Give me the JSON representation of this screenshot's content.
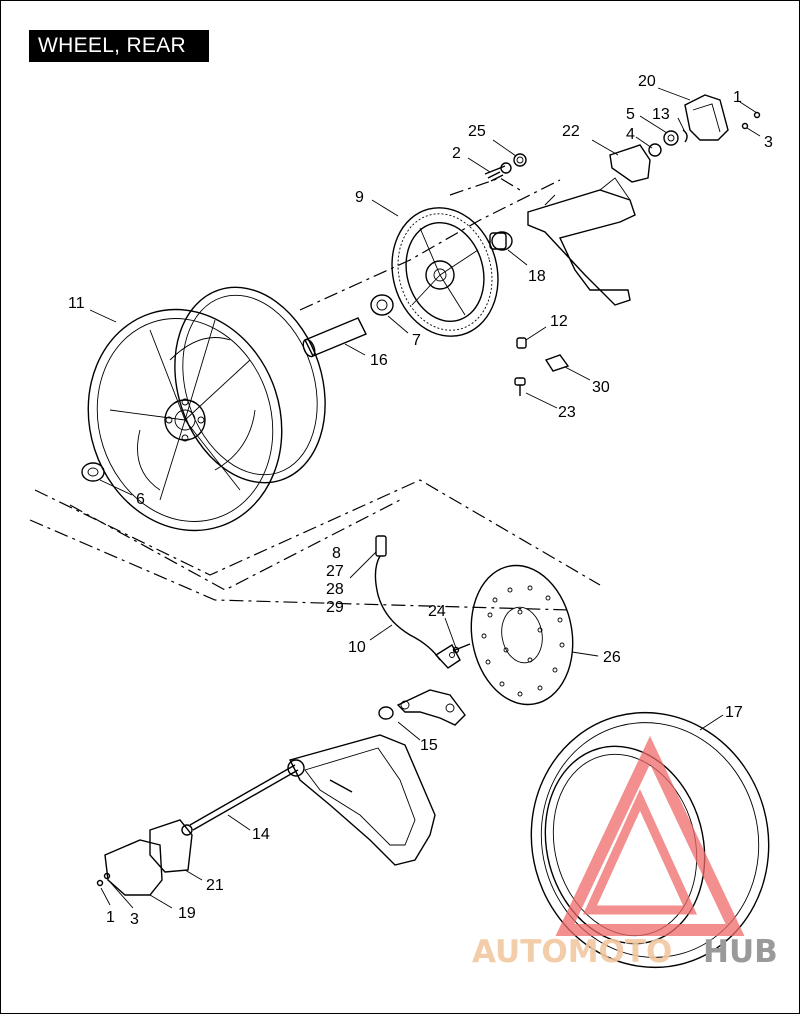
{
  "title": "WHEEL, REAR",
  "callouts": {
    "c1a": "1",
    "c20": "20",
    "c3a": "3",
    "c5": "5",
    "c13": "13",
    "c4": "4",
    "c22": "22",
    "c25": "25",
    "c2": "2",
    "c9": "9",
    "c18": "18",
    "c11": "11",
    "c7": "7",
    "c16": "16",
    "c12": "12",
    "c30": "30",
    "c23": "23",
    "c6": "6",
    "c8": "8",
    "c27": "27",
    "c28": "28",
    "c29": "29",
    "c24": "24",
    "c10": "10",
    "c26": "26",
    "c15": "15",
    "c17": "17",
    "c14": "14",
    "c21": "21",
    "c19": "19",
    "c1b": "1",
    "c3b": "3"
  },
  "watermark": {
    "part1": "AUTOMOTO",
    "part2": "HUB",
    "color1": "#f2c7a0",
    "color2": "#9a9a9a",
    "logo_color": "#ef6a6a"
  }
}
